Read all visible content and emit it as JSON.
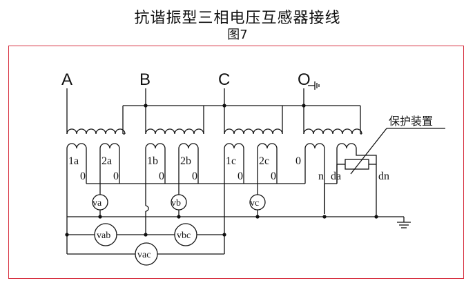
{
  "title": "抗谐振型三相电压互感器接线",
  "subtitle": "图7",
  "colors": {
    "frame": "#d7303f",
    "line": "#111111"
  },
  "phases": [
    "A",
    "B",
    "C",
    "O"
  ],
  "windings": {
    "A": {
      "w1": "1a",
      "w2": "2a",
      "z1": "0",
      "z2": "0"
    },
    "B": {
      "w1": "1b",
      "w2": "2b",
      "z1": "0",
      "z2": "0"
    },
    "C": {
      "w1": "1c",
      "w2": "2c",
      "z1": "0",
      "z2": "0"
    },
    "O": {
      "z": "0",
      "n": "n",
      "da": "da",
      "dn": "dn"
    }
  },
  "meters": {
    "va": "va",
    "vb": "vb",
    "vc": "vc",
    "vab": "vab",
    "vbc": "vbc",
    "vac": "vac"
  },
  "protection": "保护装置",
  "icons": [
    "ground-icon",
    "resistor-icon",
    "voltmeter-icon"
  ]
}
